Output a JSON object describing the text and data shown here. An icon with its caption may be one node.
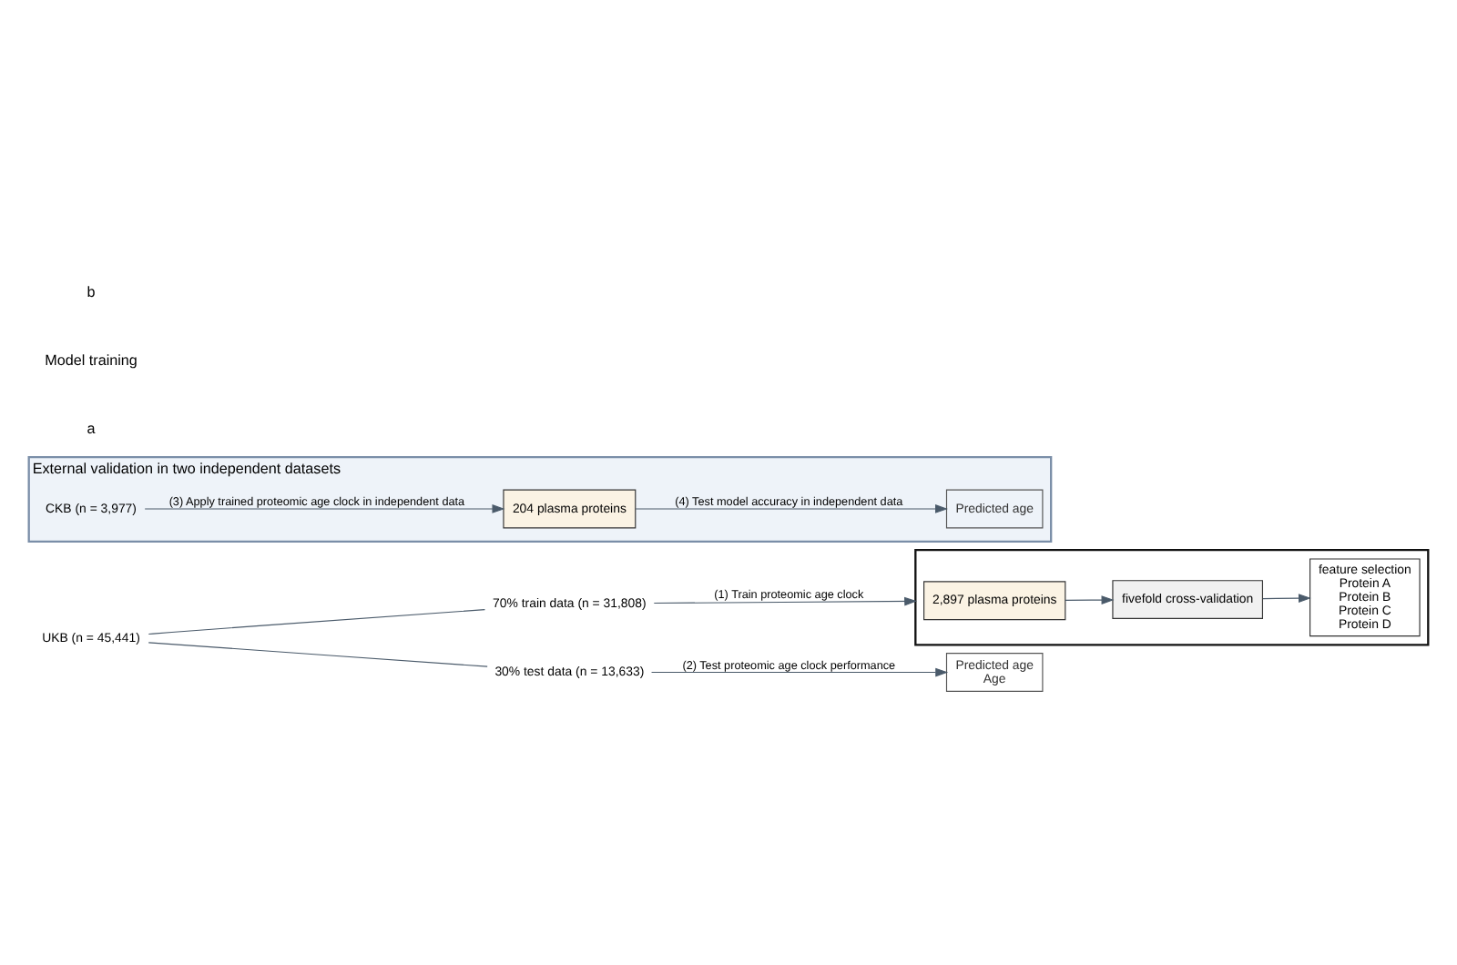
{
  "diagram": {
    "nodes": [
      {
        "text": [
          "UKB (n = 45,441)"
        ]
      },
      {
        "text": [
          "70% train data (n = 31,808)"
        ]
      },
      {
        "text": [
          "30% test data (n = 13,633)"
        ]
      },
      {
        "text": [],
        "shape": "box"
      },
      {
        "text": [
          "2,897 plasma proteins"
        ],
        "in": 3
      },
      {
        "text": [
          "fivefold cross-validation"
        ],
        "in": 3
      },
      {
        "text": [
          "feature selection",
          "Protein A",
          "Protein B",
          "Protein C",
          "Protein D"
        ],
        "in": 3
      },
      {
        "text": [
          "Predicted age",
          "Age"
        ]
      },
      {
        "text": [
          "External validation in two independent datasets"
        ]
      },
      {
        "text": [
          "CKB (n = 3,977)"
        ],
        "in": 8
      },
      {
        "text": [
          "204 plasma proteins"
        ],
        "in": 8
      },
      {
        "text": [
          "Predicted age"
        ],
        "in": 8
      }
    ],
    "edges": [
      {
        "from": 0,
        "to": 1,
        "arrow": "none"
      },
      {
        "from": 0,
        "to": 2,
        "arrow": "none"
      },
      {
        "from": 1,
        "to": 3,
        "arrow": "to",
        "label": "(1) Train proteomic age clock"
      },
      {
        "from": 4,
        "to": 5,
        "arrow": "to"
      },
      {
        "from": 5,
        "to": 6,
        "arrow": "to"
      },
      {
        "from": 2,
        "to": 7,
        "arrow": "to",
        "label": "(2) Test proteomic age clock performance"
      },
      {
        "from": 9,
        "to": 10,
        "arrow": "to",
        "label": "(3) Apply trained proteomic age clock in independent data"
      },
      {
        "from": 10,
        "to": 11,
        "arrow": "to",
        "label": "(4) Test model accuracy in independent data"
      }
    ],
    "labels": [
      "a",
      "Model training",
      "b"
    ]
  }
}
